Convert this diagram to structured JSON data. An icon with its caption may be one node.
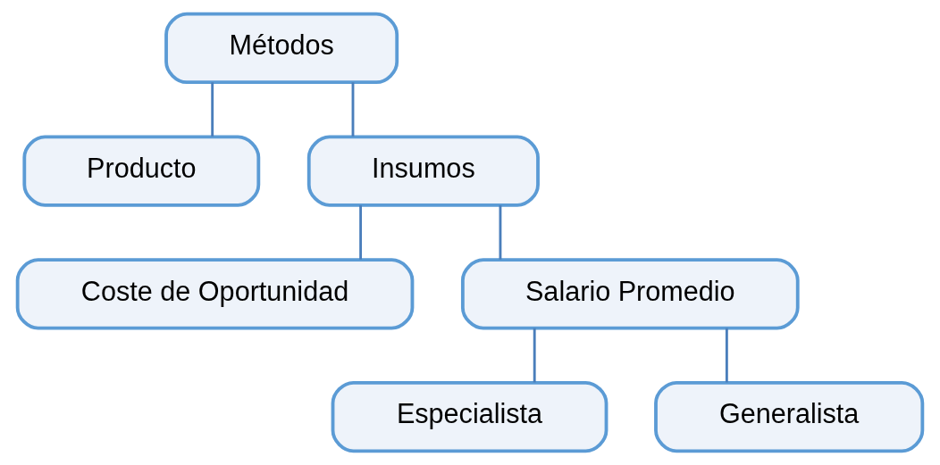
{
  "diagram": {
    "nodes": [
      {
        "text": [
          "Métodos"
        ]
      },
      {
        "text": [
          "Producto"
        ]
      },
      {
        "text": [
          "Insumos"
        ]
      },
      {
        "text": [
          "Coste de Oportunidad"
        ]
      },
      {
        "text": [
          "Salario Promedio"
        ]
      },
      {
        "text": [
          "Especialista"
        ]
      },
      {
        "text": [
          "Generalista"
        ]
      }
    ],
    "edges": [
      {
        "from": 0,
        "to": 1,
        "arrow": "none"
      },
      {
        "from": 0,
        "to": 2,
        "arrow": "none"
      },
      {
        "from": 2,
        "to": 3,
        "arrow": "none"
      },
      {
        "from": 2,
        "to": 4,
        "arrow": "none"
      },
      {
        "from": 4,
        "to": 5,
        "arrow": "none"
      },
      {
        "from": 4,
        "to": 6,
        "arrow": "none"
      }
    ]
  }
}
